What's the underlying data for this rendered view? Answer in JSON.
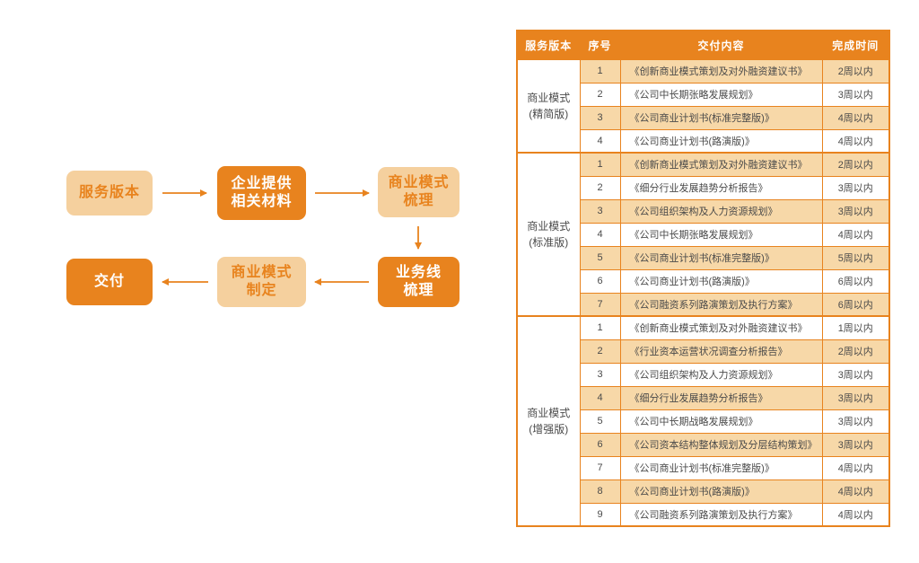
{
  "colors": {
    "accent_dark_orange": "#E8831E",
    "light_box_fill": "#F5D09E",
    "table_row_shade": "#F7D8A8",
    "table_text": "#4A4A4A",
    "header_text": "#FFFFFF"
  },
  "flowchart": {
    "nodes": [
      {
        "id": "service-version",
        "label": "服务版本",
        "variant": "light"
      },
      {
        "id": "company-provides-materials",
        "label": "企业提供\n相关材料",
        "variant": "dark"
      },
      {
        "id": "business-model-combing",
        "label": "商业模式\n梳理",
        "variant": "light"
      },
      {
        "id": "business-line-combing",
        "label": "业务线\n梳理",
        "variant": "dark"
      },
      {
        "id": "business-model-formulation",
        "label": "商业模式\n制定",
        "variant": "light"
      },
      {
        "id": "delivery",
        "label": "交付",
        "variant": "dark"
      }
    ]
  },
  "table": {
    "headers": [
      "服务版本",
      "序号",
      "交付内容",
      "完成时间"
    ],
    "groups": [
      {
        "version": "商业模式\n(精简版)",
        "rows": [
          {
            "no": "1",
            "content": "《创新商业模式策划及对外融资建议书》",
            "time": "2周以内"
          },
          {
            "no": "2",
            "content": "《公司中长期张略发展规划》",
            "time": "3周以内"
          },
          {
            "no": "3",
            "content": "《公司商业计划书(标准完整版)》",
            "time": "4周以内"
          },
          {
            "no": "4",
            "content": "《公司商业计划书(路演版)》",
            "time": "4周以内"
          }
        ]
      },
      {
        "version": "商业模式\n(标准版)",
        "rows": [
          {
            "no": "1",
            "content": "《创新商业模式策划及对外融资建议书》",
            "time": "2周以内"
          },
          {
            "no": "2",
            "content": "《细分行业发展趋势分析报告》",
            "time": "3周以内"
          },
          {
            "no": "3",
            "content": "《公司组织架构及人力资源规划》",
            "time": "3周以内"
          },
          {
            "no": "4",
            "content": "《公司中长期张略发展规划》",
            "time": "4周以内"
          },
          {
            "no": "5",
            "content": "《公司商业计划书(标准完整版)》",
            "time": "5周以内"
          },
          {
            "no": "6",
            "content": "《公司商业计划书(路演版)》",
            "time": "6周以内"
          },
          {
            "no": "7",
            "content": "《公司融资系列路演策划及执行方案》",
            "time": "6周以内"
          }
        ]
      },
      {
        "version": "商业模式\n(增强版)",
        "rows": [
          {
            "no": "1",
            "content": "《创新商业模式策划及对外融资建议书》",
            "time": "1周以内"
          },
          {
            "no": "2",
            "content": "《行业资本运营状况调查分析报告》",
            "time": "2周以内"
          },
          {
            "no": "3",
            "content": "《公司组织架构及人力资源规划》",
            "time": "3周以内"
          },
          {
            "no": "4",
            "content": "《细分行业发展趋势分析报告》",
            "time": "3周以内"
          },
          {
            "no": "5",
            "content": "《公司中长期战略发展规划》",
            "time": "3周以内"
          },
          {
            "no": "6",
            "content": "《公司资本结构整体规划及分层结构策划》",
            "time": "3周以内"
          },
          {
            "no": "7",
            "content": "《公司商业计划书(标准完整版)》",
            "time": "4周以内"
          },
          {
            "no": "8",
            "content": "《公司商业计划书(路演版)》",
            "time": "4周以内"
          },
          {
            "no": "9",
            "content": "《公司融资系列路演策划及执行方案》",
            "time": "4周以内"
          }
        ]
      }
    ]
  }
}
